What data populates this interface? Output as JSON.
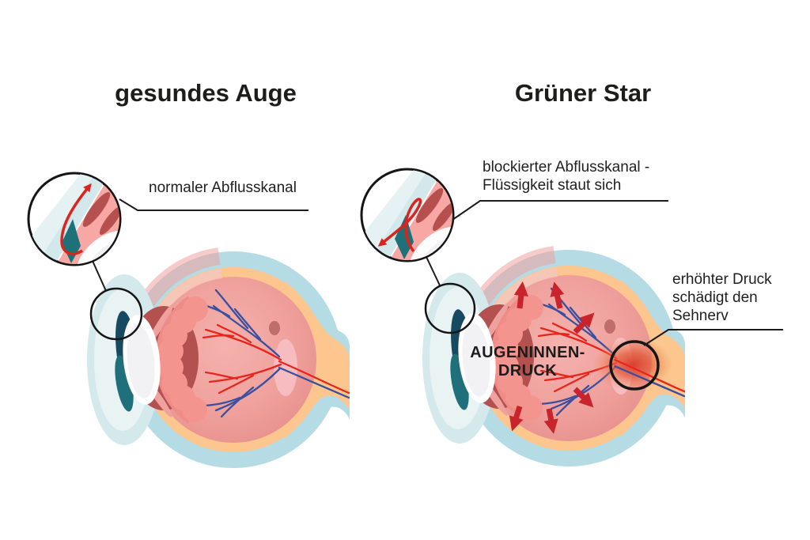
{
  "panels": {
    "healthy": {
      "title": "gesundes Auge",
      "callout_canal": "normaler Abflusskanal"
    },
    "glaucoma": {
      "title": "Grüner Star",
      "callout_blocked_line1": "blockierter Abflusskanal -",
      "callout_blocked_line2": "Flüssigkeit staut sich",
      "callout_nerve_line1": "erhöhter Druck",
      "callout_nerve_line2": "schädigt den",
      "callout_nerve_line3": "Sehnerv",
      "pressure_label_line1": "AUGENINNEN-",
      "pressure_label_line2": "DRUCK"
    },
    "colors": {
      "background": "#ffffff",
      "sclera_blue": "#b5dce5",
      "cornea_blue": "#d4e9eb",
      "choroid_orange": "#fcc68e",
      "retina_pink": "#ec9a96",
      "ciliary_salmon": "#f4948f",
      "iris_maroon": "#b25150",
      "iris_navy": "#174a60",
      "canal_teal": "#20707c",
      "lens_white": "#ffffff",
      "vessel_red": "#e8251d",
      "vessel_blue": "#3a4f9f",
      "pressure_arrow_red": "#c9242b",
      "outline_black": "#1b1b1b",
      "text_black": "#1d1d1b"
    }
  }
}
